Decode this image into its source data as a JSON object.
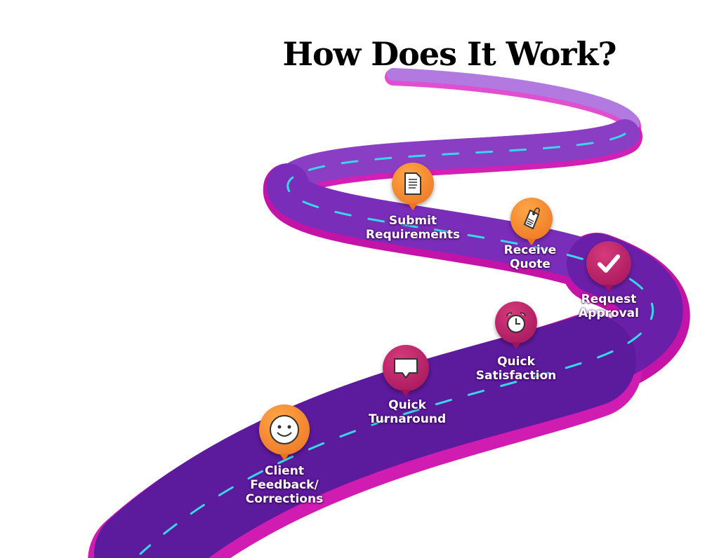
{
  "title": "How Does It Work?",
  "steps": [
    {
      "lines": [
        "Submit",
        "Requirements"
      ],
      "icon": "document-icon",
      "color": "#ea7220"
    },
    {
      "lines": [
        "Receive",
        "Quote"
      ],
      "icon": "price-tag-icon",
      "color": "#ea7220"
    },
    {
      "lines": [
        "Request",
        "Approval"
      ],
      "icon": "checkmark-icon",
      "color": "#a0125a"
    },
    {
      "lines": [
        "Quick",
        "Satisfaction"
      ],
      "icon": "alarm-clock-icon",
      "color": "#a0125a"
    },
    {
      "lines": [
        "Quick",
        "Turnaround"
      ],
      "icon": "speech-bubble-icon",
      "color": "#a0125a"
    },
    {
      "lines": [
        "Client",
        "Feedback/",
        "Corrections"
      ],
      "icon": "smiley-face-icon",
      "color": "#ea7220"
    }
  ],
  "colors": {
    "road": "#6a1fa0",
    "road_edge": "#d21fb4",
    "lane_dash": "#39d6e6"
  }
}
